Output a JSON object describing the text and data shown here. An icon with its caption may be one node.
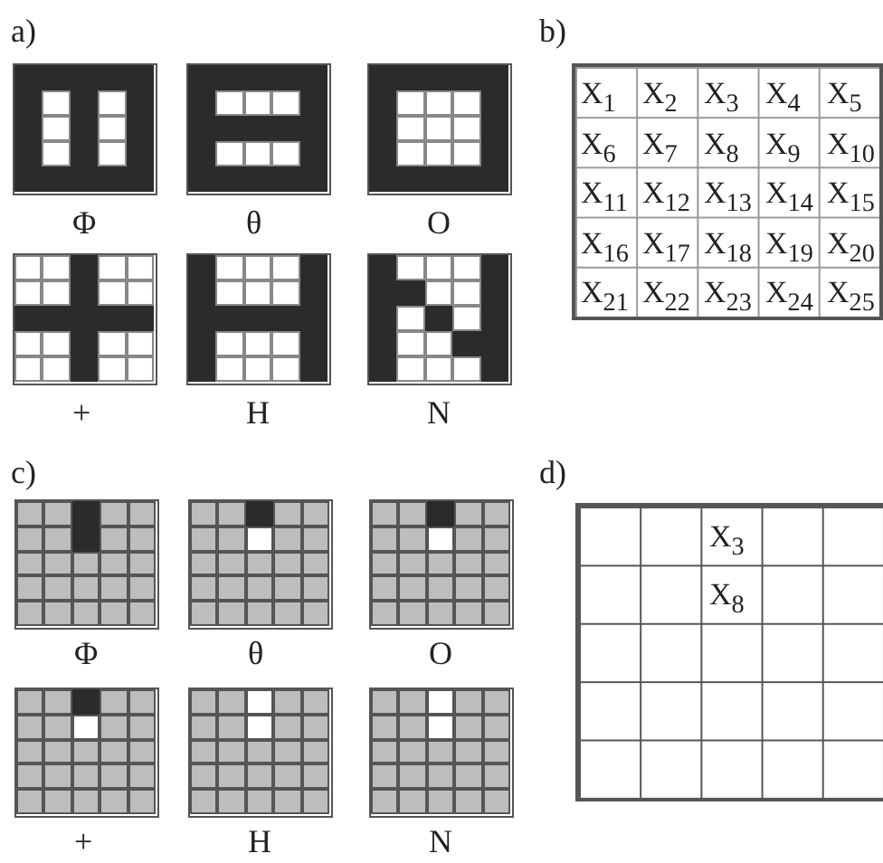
{
  "diagram": {
    "labels": [
      "a)",
      "b)",
      "X$_{1}$",
      "X$_{2}$",
      "X$_{3}$",
      "X$_{4}$",
      "X$_{5}$",
      "X$_{6}$",
      "X$_{7}$",
      "X$_{8}$",
      "X$_{9}$",
      "X$_{10}$",
      "X$_{11}$",
      "X$_{12}$",
      "X$_{13}$",
      "X$_{14}$",
      "X$_{15}$",
      "X$_{16}$",
      "X$_{17}$",
      "X$_{18}$",
      "X$_{19}$",
      "X$_{20}$",
      "X$_{21}$",
      "X$_{22}$",
      "X$_{23}$",
      "X$_{24}$",
      "X$_{25}$",
      "Φ",
      "θ",
      "O",
      "+",
      "H",
      "N",
      "c)",
      "d)",
      "X$_{3}$",
      "X$_{8}$",
      "Φ",
      "θ",
      "O",
      "+",
      "H",
      "N"
    ]
  }
}
